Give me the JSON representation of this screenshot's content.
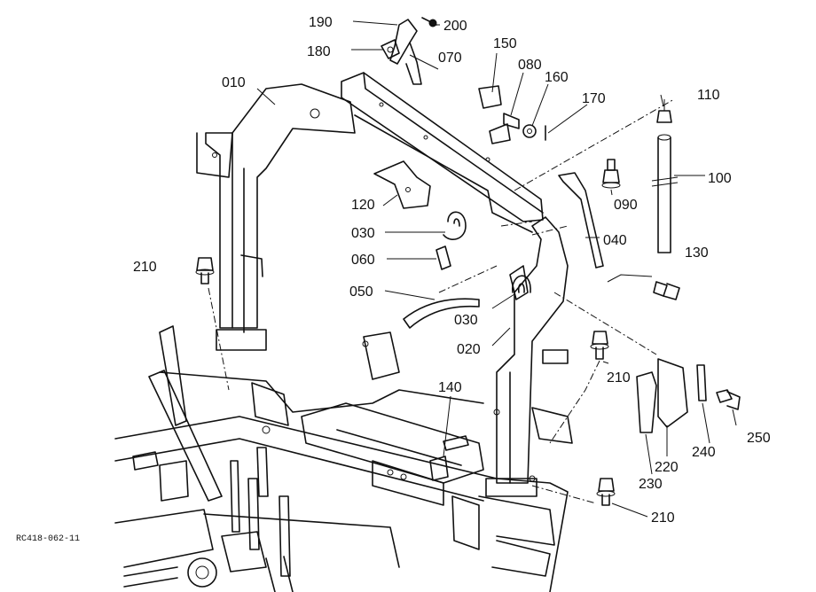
{
  "labels": {
    "p190": "190",
    "p200": "200",
    "p180": "180",
    "p150": "150",
    "p070": "070",
    "p080": "080",
    "p160": "160",
    "p010": "010",
    "p110": "110",
    "p170": "170",
    "p100": "100",
    "p090": "090",
    "p120": "120",
    "p030a": "030",
    "p040": "040",
    "p060": "060",
    "p130": "130",
    "p210a": "210",
    "p050": "050",
    "p030b": "030",
    "p020": "020",
    "p210b": "210",
    "p140": "140",
    "p250": "250",
    "p240": "240",
    "p220": "220",
    "p230": "230",
    "p210c": "210"
  },
  "drawing_ref": "RC418-062-11",
  "colors": {
    "ink": "#111111",
    "paper": "#ffffff"
  }
}
